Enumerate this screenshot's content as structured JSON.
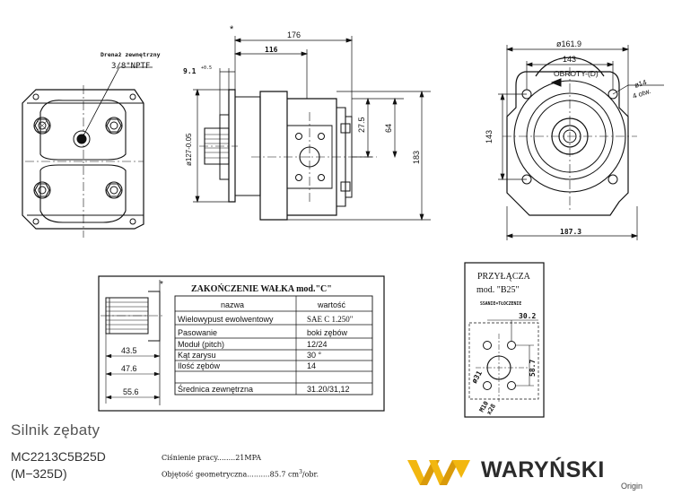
{
  "drawing": {
    "drain_label": "Drenaż zewnętrzny",
    "drain_thread": "3/8\"NPTF",
    "star_mark": "*",
    "dims": {
      "d176": "176",
      "d116": "116",
      "d9_1": "9.1",
      "d9_1_tol": "+0.5",
      "d127": "ø127-0.05",
      "d27_5": "27.5",
      "d64": "64",
      "d183": "183",
      "d161_9": "ø161.9",
      "d143_top": "143",
      "d143_side": "143",
      "d14": "ø14",
      "holes": "4 otw.",
      "d187_3": "187.3",
      "rotation": "OBROTY-(D)"
    }
  },
  "shaft_table": {
    "title": "ZAKOŃCZENIE WAŁKA  mod.\"C\"",
    "headers": [
      "nazwa",
      "wartość"
    ],
    "rows": [
      [
        "Wielowypust ewolwentowy",
        "SAE C 1.250\""
      ],
      [
        "Pasowanie",
        "boki zębów"
      ],
      [
        "Moduł (pitch)",
        "12/24"
      ],
      [
        "Kąt zarysu",
        "30 °"
      ],
      [
        "Ilość zębów",
        "14"
      ],
      [
        "Średnica zewnętrzna",
        "31.20/31,12"
      ]
    ],
    "dims": [
      "43.5",
      "47.6",
      "55.6"
    ],
    "star": "*"
  },
  "flange_box": {
    "title1": "PRZYŁĄCZA",
    "title2": "mod. \"B25\"",
    "subtitle": "SSANIE=TŁOCZENIE",
    "dims": {
      "d30_2": "30.2",
      "d58_7": "58.7",
      "d31": "ø31",
      "m10": "M10",
      "x28": "x28"
    }
  },
  "footer": {
    "title": "Silnik zębaty",
    "model1": "MC2213C5B25D",
    "model2": "(M−325D)",
    "spec1": "Ciśnienie pracy........21MPA",
    "spec2": "Objętość geometryczna..........85.7 cm",
    "spec2_unit": "3",
    "spec2_tail": "/obr."
  },
  "brand": {
    "name": "WARYŃSKI",
    "sub": "Origin",
    "colors": {
      "gold": "#f2b70f",
      "dark": "#2b2b2b"
    }
  }
}
